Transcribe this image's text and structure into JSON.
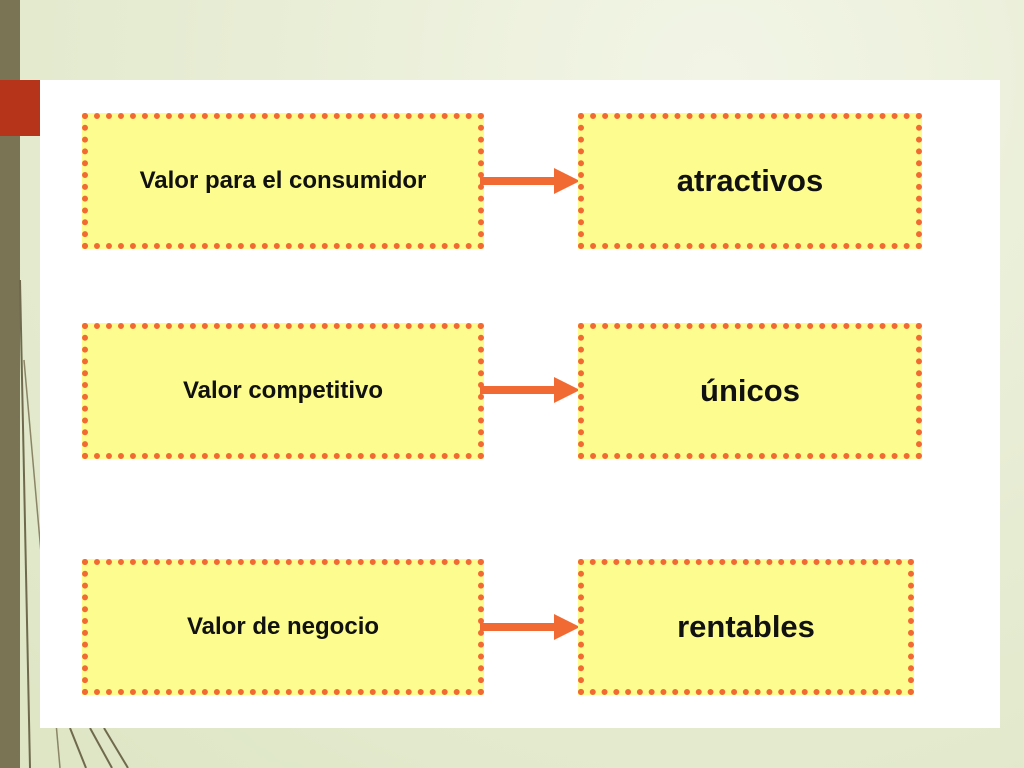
{
  "colors": {
    "box_fill": "#fdfc8f",
    "box_border": "#f26a33",
    "arrow": "#f26a33",
    "accent": "#b5341a",
    "left_bar": "#7a7354"
  },
  "rows": [
    {
      "left": "Valor para el consumidor",
      "right": "atractivos"
    },
    {
      "left": "Valor competitivo",
      "right": "únicos"
    },
    {
      "left": "Valor de negocio",
      "right": "rentables"
    }
  ]
}
